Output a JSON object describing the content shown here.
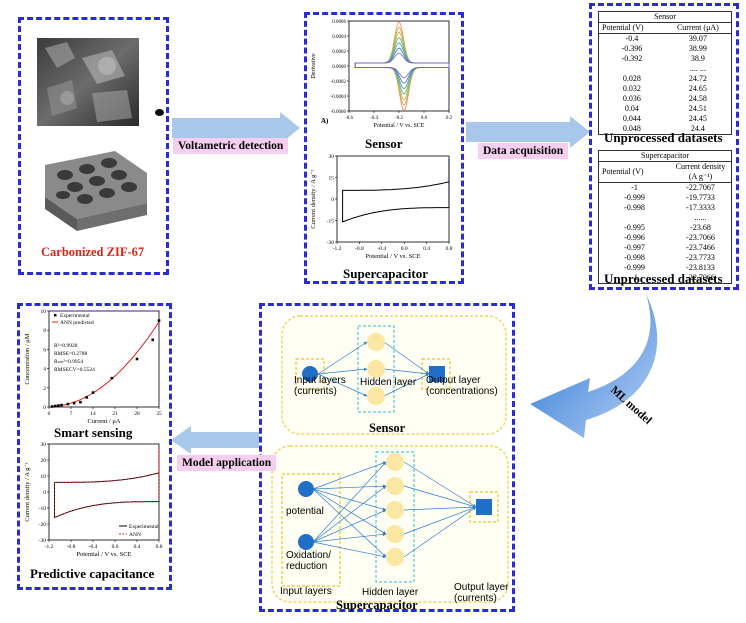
{
  "material": {
    "title": "Carbonized ZIF-67"
  },
  "arrows": {
    "voltametric": "Voltametric detection",
    "acquisition": "Data acquisition",
    "ml": "ML model",
    "application": "Model application"
  },
  "sensor_panel": {
    "title": "Sensor",
    "ylabel": "Derivative",
    "xlabel": "Potential / V vs. SCE",
    "panel_letter": "A)",
    "xticks": [
      "-0.6",
      "-0.4",
      "-0.2",
      "0.0",
      "0.2"
    ],
    "yticks": [
      "0.0006",
      "0.0004",
      "0.0002",
      "0.0000",
      "-0.0002",
      "-0.0004",
      "-0.0006"
    ]
  },
  "supercap_panel": {
    "title": "Supercapacitor",
    "ylabel": "Current density / A g⁻¹",
    "xlabel": "Potential / V vs. SCE",
    "xticks": [
      "-1.2",
      "-0.8",
      "-0.4",
      "0.0",
      "0.4",
      "0.8"
    ],
    "yticks": [
      "30",
      "15",
      "0",
      "-15",
      "-30"
    ]
  },
  "sensor_table": {
    "title": "Sensor",
    "headers": [
      "Potential (V)",
      "Current (μA)"
    ],
    "rows": [
      [
        "-0.4",
        "39.07"
      ],
      [
        "-0.396",
        "38.99"
      ],
      [
        "-0.392",
        "38.9"
      ],
      [
        "",
        ".... ..."
      ],
      [
        "0.028",
        "24.72"
      ],
      [
        "0.032",
        "24.65"
      ],
      [
        "0.036",
        "24.58"
      ],
      [
        "0.04",
        "24.51"
      ],
      [
        "0.044",
        "24.45"
      ],
      [
        "0.048",
        "24.4"
      ]
    ],
    "caption": "Unprocessed datasets"
  },
  "supercap_table": {
    "title": "Supercapacitor",
    "headers": [
      "Potential (V)",
      "Current density (A g⁻¹)"
    ],
    "rows": [
      [
        "-1",
        "-22.7067"
      ],
      [
        "-0.999",
        "-19.7733"
      ],
      [
        "-0.998",
        "-17.3333"
      ],
      [
        "",
        "......"
      ],
      [
        "-0.995",
        "-23.68"
      ],
      [
        "-0.996",
        "-23.7066"
      ],
      [
        "-0.997",
        "-23.7466"
      ],
      [
        "-0.998",
        "-23.7733"
      ],
      [
        "-0.999",
        "-23.8133"
      ],
      [
        "-1",
        "-22.7066"
      ]
    ],
    "caption": "Unprocessed datasets"
  },
  "ml_panel": {
    "sensor_title": "Sensor",
    "supercap_title": "Supercapacitor",
    "sensor_input": "Input layers\n(currents)",
    "sensor_hidden": "Hidden layer",
    "sensor_output": "Output layer\n(concentrations)",
    "sc_input1": "potential",
    "sc_input2": "Oxidation/\nreduction",
    "sc_inputs": "Input layers",
    "sc_hidden": "Hidden layer",
    "sc_output": "Output layer\n(currents)"
  },
  "smart_panel": {
    "title": "Smart sensing",
    "legend_exp": "Experimental",
    "legend_ann": "ANN predicted",
    "stats": [
      "R²=0.9928",
      "RMSE=0.2788",
      "Rₙₘ²=0.9954",
      "RMSECV=0.5524"
    ],
    "ylabel": "Concentration / μM",
    "xlabel": "Current / μA",
    "xticks": [
      "0",
      "7",
      "14",
      "21",
      "28",
      "35"
    ],
    "yticks": [
      "10",
      "8",
      "6",
      "4",
      "2",
      "0"
    ]
  },
  "predict_panel": {
    "title": "Predictive capacitance",
    "legend_exp": "Experimental",
    "legend_ann": "ANN",
    "ylabel": "Current density / A g⁻¹",
    "xlabel": "Potential / V vs. SCE",
    "xticks": [
      "-1.2",
      "-0.8",
      "-0.4",
      "0.0",
      "0.4",
      "0.8"
    ],
    "yticks": [
      "30",
      "20",
      "10",
      "0",
      "-10",
      "-20",
      "-30"
    ]
  },
  "colors": {
    "border": "#2a2ad6",
    "arrow": "#a9c7ea",
    "node": "#fbe6a2",
    "input": "#1f6fc9",
    "title_red": "#e0221b",
    "label_bg": "#f6cef0"
  }
}
